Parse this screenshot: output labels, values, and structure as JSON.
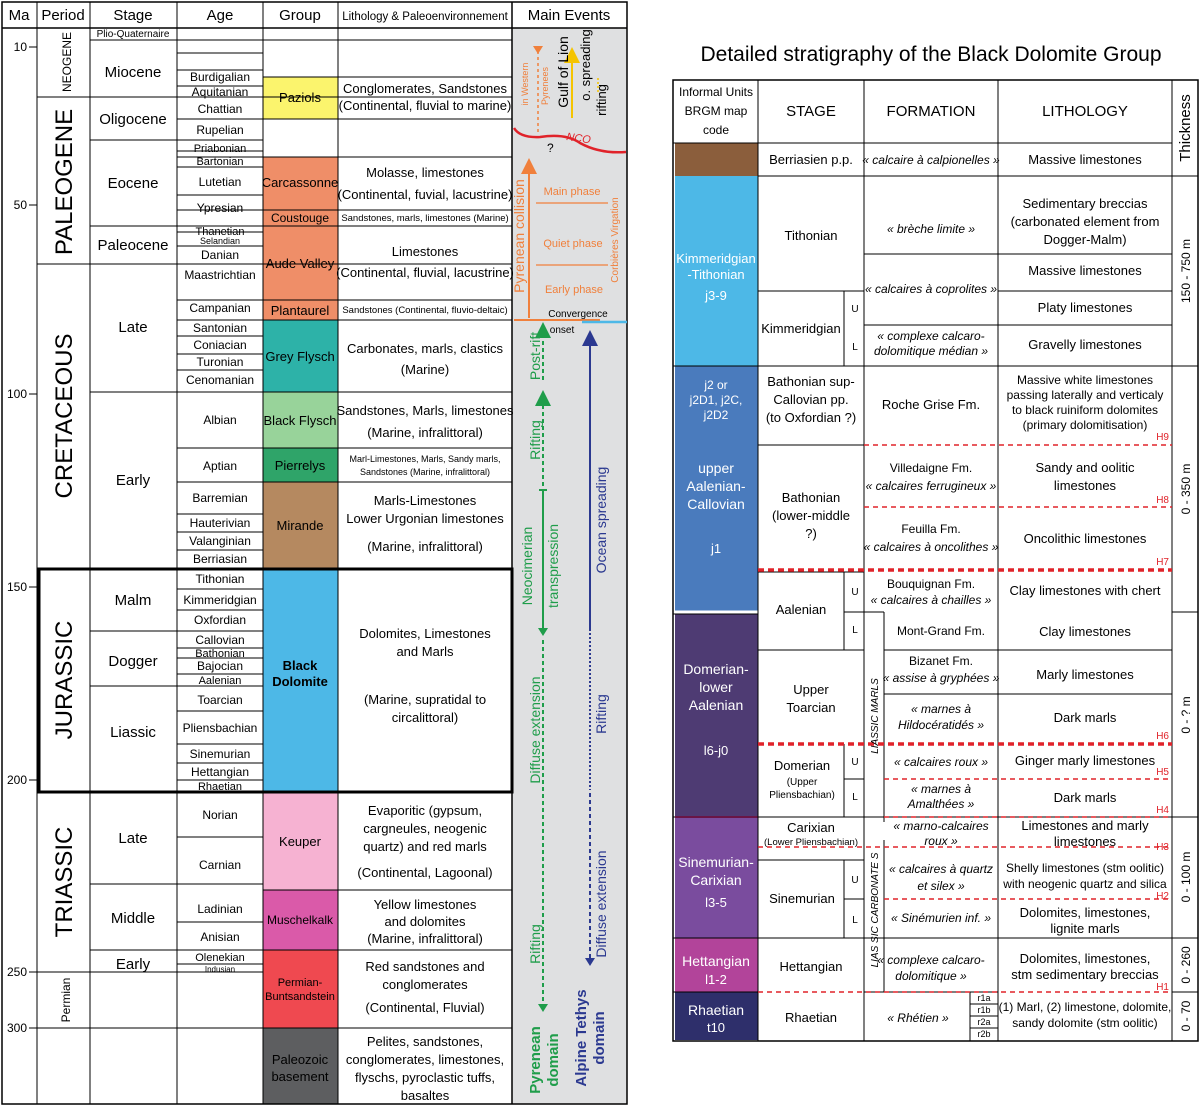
{
  "left_chart": {
    "headers": [
      "Ma",
      "Period",
      "Stage",
      "Age",
      "Group",
      "Lithology & Paleoenvironnement",
      "Main Events"
    ],
    "ma_ticks": [
      "10",
      "50",
      "100",
      "150",
      "200",
      "250",
      "300"
    ],
    "periods": [
      {
        "name": "NEOGENE",
        "color": "#ffffff"
      },
      {
        "name": "PALEOGENE",
        "color": "#ffffff"
      },
      {
        "name": "CRETACEOUS",
        "color": "#ffffff"
      },
      {
        "name": "JURASSIC",
        "color": "#ffffff"
      },
      {
        "name": "TRIASSIC",
        "color": "#ffffff"
      },
      {
        "name": "Permian",
        "color": "#ffffff"
      }
    ],
    "stages": [
      "Plio-Quaternaire",
      "Miocene",
      "Oligocene",
      "Eocene",
      "Paleocene",
      "Late",
      "Early",
      "Malm",
      "Dogger",
      "Liassic",
      "Late",
      "Middle",
      "Early"
    ],
    "ages": [
      "Burdigalian",
      "Aquitanian",
      "Chattian",
      "Rupelian",
      "Priabonian",
      "Bartonian",
      "Lutetian",
      "Ypresian",
      "Thanetian",
      "Selandian",
      "Danian",
      "Maastrichtian",
      "Campanian",
      "Santonian",
      "Coniacian",
      "Turonian",
      "Cenomanian",
      "Albian",
      "Aptian",
      "Barremian",
      "Hauterivian",
      "Valanginian",
      "Berriasian",
      "Tithonian",
      "Kimmeridgian",
      "Oxfordian",
      "Callovian",
      "Bathonian",
      "Bajocian",
      "Aalenian",
      "Toarcian",
      "Pliensbachian",
      "Sinemurian",
      "Hettangian",
      "Rhaetian",
      "Norian",
      "Carnian",
      "Ladinian",
      "Anisian",
      "Olenekian",
      "Indusian"
    ],
    "groups": [
      {
        "name": "Paziols",
        "color": "#fbf46d"
      },
      {
        "name": "Carcassonne",
        "color": "#ef8e68"
      },
      {
        "name": "Coustouge",
        "color": "#ef8e68"
      },
      {
        "name": "Aude Valley",
        "color": "#ef8e68"
      },
      {
        "name": "Plantaurel",
        "color": "#ef8e68"
      },
      {
        "name": "Grey Flysch",
        "color": "#2db2a8"
      },
      {
        "name": "Black Flysch",
        "color": "#98d39a"
      },
      {
        "name": "Pierrelys",
        "color": "#2fa469"
      },
      {
        "name": "Mirande",
        "color": "#b58960"
      },
      {
        "name": "Black",
        "color": "#4db8e7"
      },
      {
        "name": "Dolomite",
        "color": "#4db8e7"
      },
      {
        "name": "Keuper",
        "color": "#f6b2d2"
      },
      {
        "name": "Muschelkalk",
        "color": "#da5aa9"
      },
      {
        "name": "Permian-",
        "color": "#ef4950"
      },
      {
        "name": "Buntsandstein",
        "color": "#ef4950"
      },
      {
        "name": "Paleozoic",
        "color": "#5d5e60"
      },
      {
        "name": "basement",
        "color": "#5d5e60"
      }
    ],
    "lithology": [
      "Conglomerates, Sandstones",
      "(Continental, fluvial to marine)",
      "Molasse, limestones",
      "(Continental, fuvial, lacustrine)",
      "Sandstones, marls, limestones (Marine)",
      "Limestones",
      "(Continental, fluvial, lacustrine)",
      "Sandstones (Continental, fluvio-deltaic)",
      "Carbonates, marls, clastics",
      "(Marine)",
      "Sandstones, Marls, limestones",
      "(Marine, infralittoral)",
      "Marl-Limestones, Marls,  Sandy marls,",
      "Sandstones (Marine, infralittoral)",
      "Marls-Limestones",
      "Lower Urgonian limestones",
      "(Marine, infralittoral)",
      "Dolomites, Limestones",
      "and Marls",
      "(Marine, supratidal to",
      "circalittoral)",
      "Evaporitic (gypsum,",
      "cargneules, neogenic",
      "quartz) and red marls",
      "(Continental, Lagoonal)",
      "Yellow limestones",
      "and dolomites",
      "(Marine, infralittoral)",
      "Red sandstones and",
      "conglomerates",
      "(Continental, Fluvial)",
      "Pelites, sandstones,",
      "conglomerates, limestones,",
      "flyschs, pyroclastic tuffs,",
      "basaltes"
    ],
    "events": {
      "gulf_of_lion": "Gulf of Lion",
      "western_pyrenees_1": "in Western",
      "western_pyrenees_2": "Pyrenees",
      "spreading": "o. spreading",
      "rifting_top": "rifting",
      "nco": "NCO",
      "question": "?",
      "pyrenean_collision": "Pyrenean collision",
      "main_phase": "Main phase",
      "quiet_phase": "Quiet phase",
      "early_phase": "Early phase",
      "corbieres": "Corbières Virgation",
      "convergence": "Convergence",
      "onset": "onset",
      "post_rift": "Post-rift",
      "rifting_mid": "Rifting",
      "neocimerian_1": "Neocimerian",
      "neocimerian_2": "transpression",
      "diffuse_ext_green": "Diffuse extension",
      "rifting_low": "Rifting",
      "pyrenean_domain_1": "Pyrenean",
      "pyrenean_domain_2": "domain",
      "ocean_spreading": "Ocean spreading",
      "rifting_blue": "Rifting",
      "diffuse_ext_blue": "Diffuse extension",
      "alpine_1": "Alpine Tethys",
      "alpine_2": "domain"
    }
  },
  "right_chart": {
    "title": "Detailed stratigraphy of the Black Dolomite Group",
    "headers": [
      "Informal Units",
      "BRGM map",
      "code",
      "STAGE",
      "FORMATION",
      "LITHOLOGY",
      "Thickness"
    ],
    "units": [
      {
        "name": "",
        "code": "",
        "color": "#8b5e3c"
      },
      {
        "name_1": "Kimmeridgian",
        "name_2": "-Tithonian",
        "code": "j3-9",
        "color": "#4db8e7"
      },
      {
        "name_1": "j2 or",
        "name_2": "j2D1, j2C,",
        "code": "j2D2",
        "color": "#4a7bbd"
      },
      {
        "name_1": "upper",
        "name_2": "Aalenian-",
        "name_3": "Callovian",
        "code": "j1",
        "color": "#4a7bbd"
      },
      {
        "name_1": "Domerian-",
        "name_2": "lower",
        "name_3": "Aalenian",
        "code": "l6-j0",
        "color": "#4e3b73"
      },
      {
        "name_1": "Sinemurian-",
        "name_2": "Carixian",
        "code": "l3-5",
        "color": "#7a4c9e"
      },
      {
        "name_1": "Hettangian",
        "code": "l1-2",
        "color": "#b2449a"
      },
      {
        "name_1": "Rhaetian",
        "code": "t10",
        "color": "#2e2f6b"
      }
    ],
    "stages": [
      "Berriasien p.p.",
      "Tithonian",
      "Kimmeridgian",
      "U",
      "L",
      "Bathonian sup-",
      "Callovian pp.",
      "(to Oxfordian ?)",
      "Bathonian",
      "(lower-middle",
      "?)",
      "Aalenian",
      "U",
      "L",
      "Upper",
      "Toarcian",
      "Domerian",
      "(Upper",
      "Pliensbachian)",
      "U",
      "L",
      "Carixian",
      "(Lower Pliensbachian)",
      "Sinemurian",
      "U",
      "L",
      "Hettangian",
      "Rhaetian"
    ],
    "formations": [
      "« calcaire à calpionelles »",
      "« brèche limite »",
      "« calcaires à coprolites »",
      "« complexe calcaro-",
      "dolomitique médian »",
      "Roche Grise Fm.",
      "Villedaigne Fm.",
      "« calcaires ferrugineux »",
      "Feuilla Fm.",
      "« calcaires à oncolithes »",
      "Bouquignan Fm.",
      "« calcaires à chailles »",
      "Mont-Grand Fm.",
      "Bizanet Fm.",
      "« assise à gryphées »",
      "« marnes à",
      "Hildocératidés »",
      "« calcaires roux »",
      "« marnes à",
      "Amalthées »",
      "« marno-calcaires",
      "roux »",
      "« calcaires à quartz",
      "et silex »",
      "« Sinémurien inf. »",
      "« complexe calcaro-",
      "dolomitique »",
      "« Rhétien »"
    ],
    "liassic_marls": "LIASSIC MARLS",
    "liassic_carbonates": "LIAS SIC CARBONATE S",
    "r_codes": [
      "r1a",
      "r1b",
      "r2a",
      "r2b"
    ],
    "lithology": [
      "Massive limestones",
      "Sedimentary breccias",
      "(carbonated element from",
      "Dogger-Malm)",
      "Massive limestones",
      "Platy limestones",
      "Gravelly limestones",
      "Massive white limestones",
      "passing laterally and verticaly",
      "to black ruiniform dolomites",
      "(primary dolomitisation)",
      "Sandy  and oolitic",
      "limestones",
      "Oncolithic limestones",
      "Clay limestones with chert",
      "Clay limestones",
      "Marly limestones",
      "Dark marls",
      "Ginger marly limestones",
      "Dark marls",
      "Limestones and marly",
      "limestones",
      "Shelly limestones (stm oolitic)",
      "with neogenic quartz and silica",
      "Dolomites, limestones,",
      "lignite marls",
      "Dolomites, limestones,",
      "stm sedimentary breccias",
      "(1) Marl, (2) limestone, dolomite,",
      "sandy dolomite (stm oolitic)"
    ],
    "horizons": [
      "H9",
      "H8",
      "H7",
      "H6",
      "H5",
      "H4",
      "H3",
      "H2",
      "H1"
    ],
    "thickness": [
      "150 - 750 m",
      "0 - 350 m",
      "0 - ? m",
      "0 - 100 m",
      "0 - 260",
      "0 - 70"
    ]
  }
}
